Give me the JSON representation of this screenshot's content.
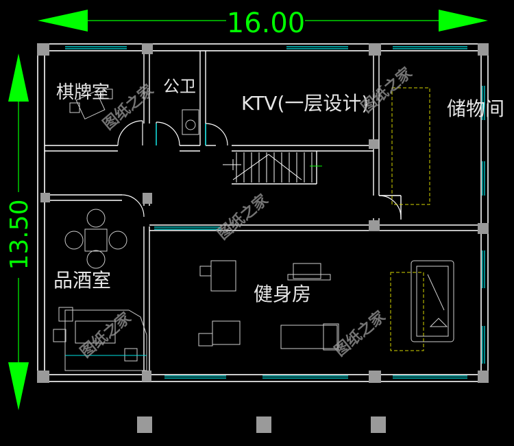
{
  "dimensions": {
    "width": "16.00",
    "height": "13.50"
  },
  "rooms": {
    "chess": "棋牌室",
    "toilet": "公卫",
    "ktv": "KTV(一层设计)",
    "storage": "储物间",
    "wine": "品酒室",
    "gym": "健身房"
  },
  "watermark": "图纸之家",
  "colors": {
    "wall": "#ffffff",
    "dimension": "#00ff00",
    "window": "#00e5e5",
    "column": "#9a9a9a",
    "furniture": "#cfcfcf"
  }
}
